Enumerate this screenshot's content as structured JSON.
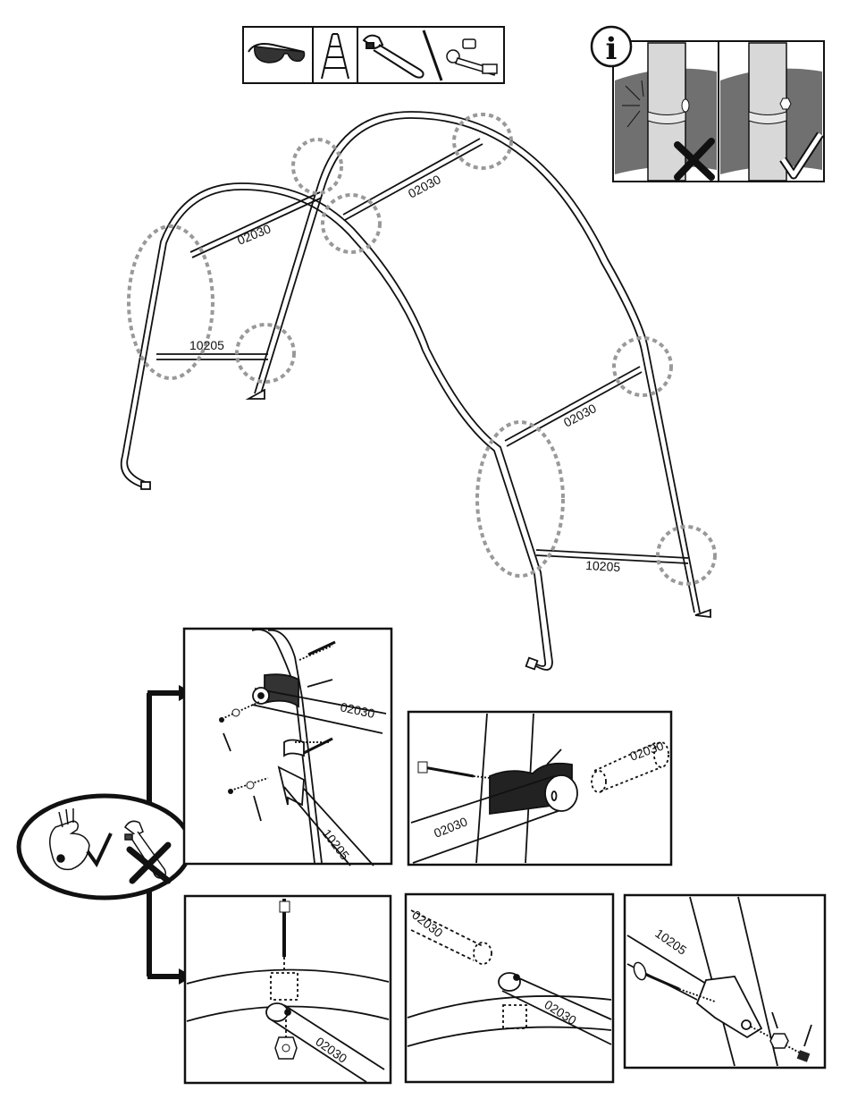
{
  "tools_strip": {
    "items": [
      "safety-glasses",
      "step-ladder",
      "adjustable-wrench",
      "socket-wrench"
    ]
  },
  "info_box": {
    "info_glyph": "i",
    "wrong_mark": "cross",
    "right_mark": "check"
  },
  "frame": {
    "labels": {
      "cross_bar_top_left": "02030",
      "cross_bar_top_right": "02030",
      "cross_bar_mid_right": "02030",
      "brace_left": "10205",
      "brace_right": "10205"
    }
  },
  "hand_tighten_badge": {
    "hand_mark": "check",
    "wrench_mark": "cross"
  },
  "details": {
    "detail_1": {
      "bar_label": "02030",
      "brace_label": "10205"
    },
    "detail_2": {
      "bar_label": "02030",
      "ghost_label": "02030"
    },
    "detail_3": {
      "bar_label": "02030"
    },
    "detail_4": {
      "bar_label": "02030",
      "ghost_label": "02030"
    },
    "detail_5": {
      "brace_label": "10205"
    }
  }
}
